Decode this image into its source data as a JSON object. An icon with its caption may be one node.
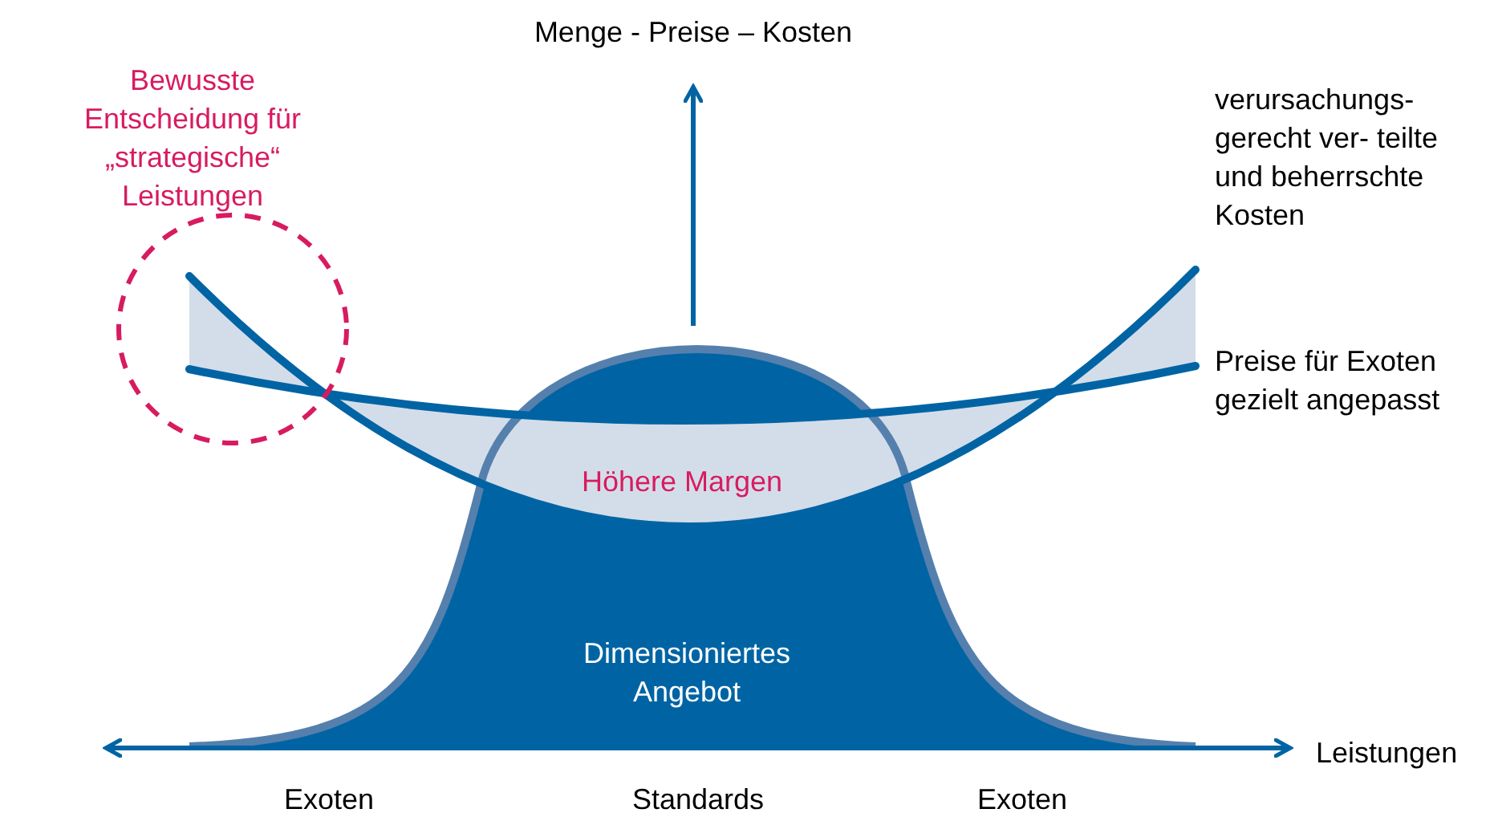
{
  "diagram": {
    "labels": [
      "Menge - Preise – Kosten",
      "Bewusste Entscheidung für „strategische“ Leistungen",
      "verursachungs- gerecht ver- teilte und beherrschte Kosten",
      "Preise für Exoten gezielt angepasst",
      "Höhere Margen",
      "Dimensioniertes Angebot",
      "Leistungen",
      "Exoten",
      "Standards",
      "Exoten"
    ]
  }
}
